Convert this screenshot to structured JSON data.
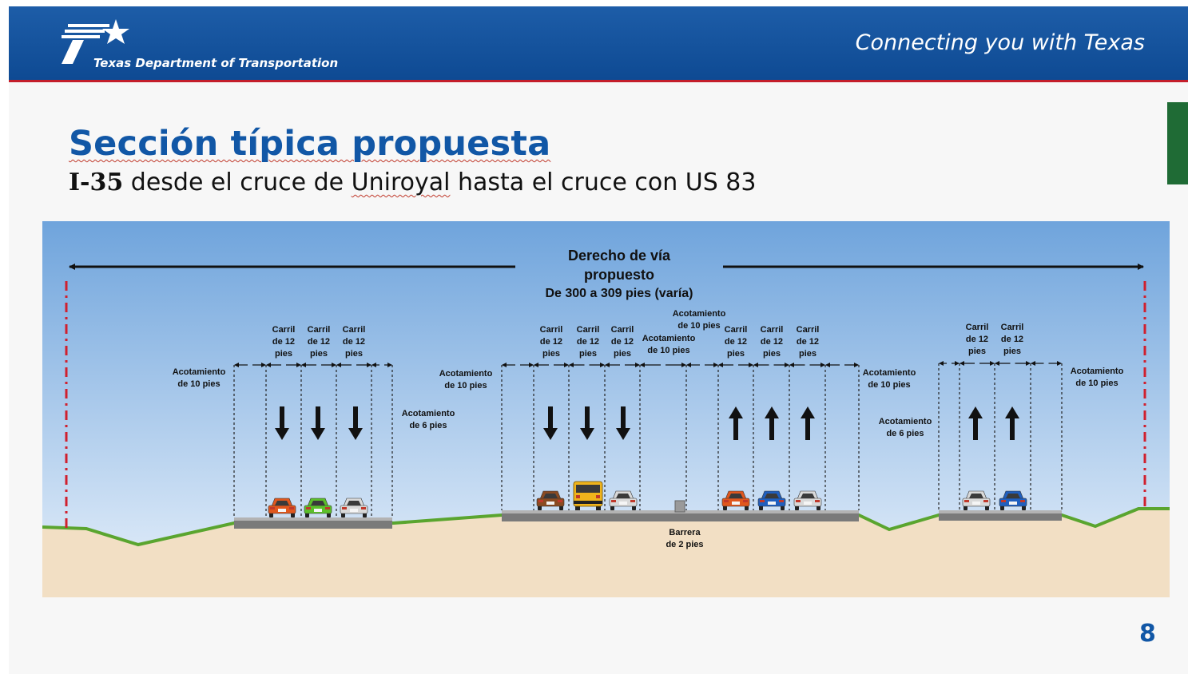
{
  "header": {
    "logo_text": "Texas Department of Transportation",
    "tagline": "Connecting you with Texas"
  },
  "slide": {
    "title": "Sección típica propuesta",
    "subtitle_bold": "I-35",
    "subtitle_pre": " desde el cruce de ",
    "subtitle_underlined": "Uniroyal",
    "subtitle_post": " hasta el cruce con US 83",
    "page_number": "8"
  },
  "diagram": {
    "row_line1": "Derecho de vía",
    "row_line2": "propuesto",
    "row_line3": "De 300 a 309 pies (varía)",
    "lane_line1": "Carril",
    "lane_line2": "de 12",
    "lane_line3": "pies",
    "shoulder_10_line1": "Acotamiento",
    "shoulder_10_line2": "de 10 pies",
    "shoulder_6_line1": "Acotamiento",
    "shoulder_6_line2": "de 6 pies",
    "barrier_line1": "Barrera",
    "barrier_line2": "de 2 pies"
  },
  "colors": {
    "header_blue": "#0e4a93",
    "title_blue": "#1157a6",
    "header_rule": "#c41e2b",
    "slide_tab_green": "#1f6b35",
    "row_marker_red": "#d0202e",
    "sky_top": "#6fa4dc",
    "sky_bottom": "#e6f0fa",
    "ground": "#f2dfc4",
    "grass": "#5aa52f"
  },
  "icons": [
    "txdot-star-logo",
    "down-arrow-icon",
    "up-arrow-icon",
    "car-icon",
    "school-bus-icon"
  ]
}
